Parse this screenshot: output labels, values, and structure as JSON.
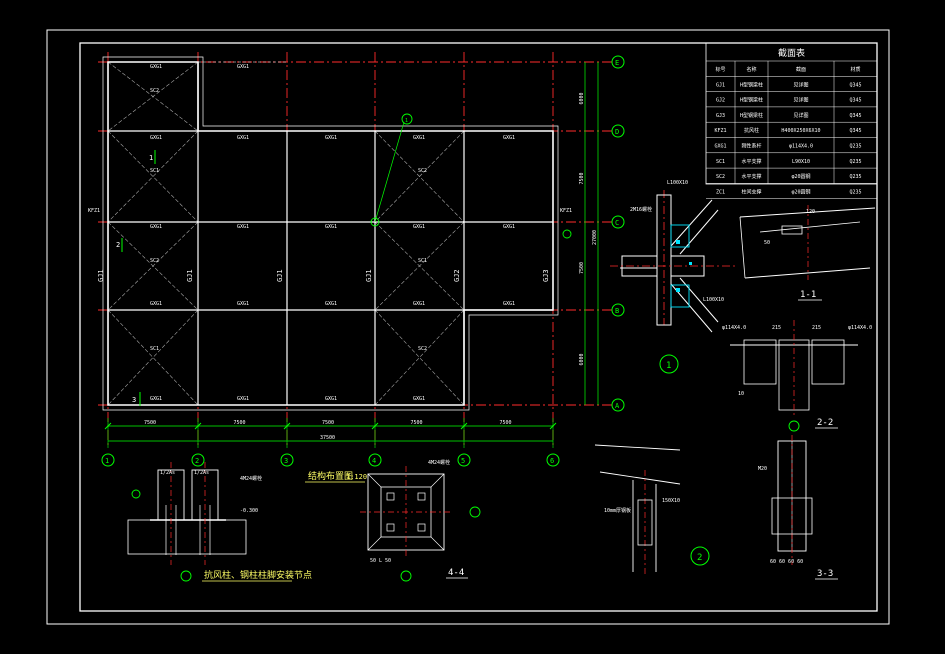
{
  "colors": {
    "background": "#000000",
    "frame": "#ffffff",
    "grid_red": "#ff2b2b",
    "beam_white": "#ffffff",
    "brace_gray": "#a8a8a8",
    "dim_green": "#00ff00",
    "text_yellow": "#ffff66",
    "cyan": "#00e5ff"
  },
  "plan": {
    "axis_rows": [
      "E",
      "D",
      "C",
      "B",
      "A"
    ],
    "axis_cols": [
      "1",
      "2",
      "3",
      "4",
      "5",
      "6"
    ],
    "bay_widths": [
      "7500",
      "7500",
      "7500",
      "7500",
      "7500"
    ],
    "total_width": "37500",
    "row_dims": [
      "6000",
      "7500",
      "7500",
      "6000"
    ],
    "total_height": "27000",
    "column_labels": [
      "GJ1",
      "GJ1",
      "GJ1",
      "GJ1",
      "GJ2",
      "GJ3"
    ],
    "tie_label": "GXG1",
    "small_label": "GXG1",
    "brace_label": "SC1",
    "brace_label2": "SC2",
    "kfz_label": "KFZ1",
    "section_labels": [
      "1",
      "2",
      "3"
    ],
    "title": "结构布置图",
    "scale": "1:120",
    "callout": "1"
  },
  "table": {
    "title": "截面表",
    "headers": [
      "标号",
      "名称",
      "截面",
      "材质"
    ],
    "rows": [
      [
        "GJ1",
        "H型钢梁柱",
        "见详图",
        "Q345"
      ],
      [
        "GJ2",
        "H型钢梁柱",
        "见详图",
        "Q345"
      ],
      [
        "GJ3",
        "H型钢梁柱",
        "见详图",
        "Q345"
      ],
      [
        "KFZ1",
        "抗风柱",
        "H400X250X6X10",
        "Q345"
      ],
      [
        "GXG1",
        "刚性系杆",
        "φ114X4.0",
        "Q235"
      ],
      [
        "SC1",
        "水平支撑",
        "L90X10",
        "Q235"
      ],
      [
        "SC2",
        "水平支撑",
        "φ20圆钢",
        "Q235"
      ],
      [
        "ZC1",
        "柱间支撑",
        "φ20圆钢",
        "Q235"
      ]
    ]
  },
  "details": {
    "d1_label": "1",
    "d2_label": "2",
    "s11": "1-1",
    "s22": "2-2",
    "s33": "3-3",
    "s44": "4-4",
    "angle1": "L100X10",
    "angle2": "L100X10",
    "bolt_note": "2M16螺栓",
    "pipe": "φ114X4.0",
    "dim_215": "215",
    "dim_10": "10",
    "dim_120": "120",
    "dim_50": "50",
    "base_title": "抗风柱、钢柱柱脚安装节点",
    "base_note": "-0.300",
    "base_dim1": "1/2As",
    "base_dim2": "1/2As",
    "base_note2": "4M24螺栓",
    "d2_dim": "150X10",
    "d2_note": "10mm厚钢板",
    "s33_note": "M20",
    "s33_dims": "60 60 60 60",
    "s44_note": "4M24螺栓",
    "s44_dims": "50 L 50"
  }
}
